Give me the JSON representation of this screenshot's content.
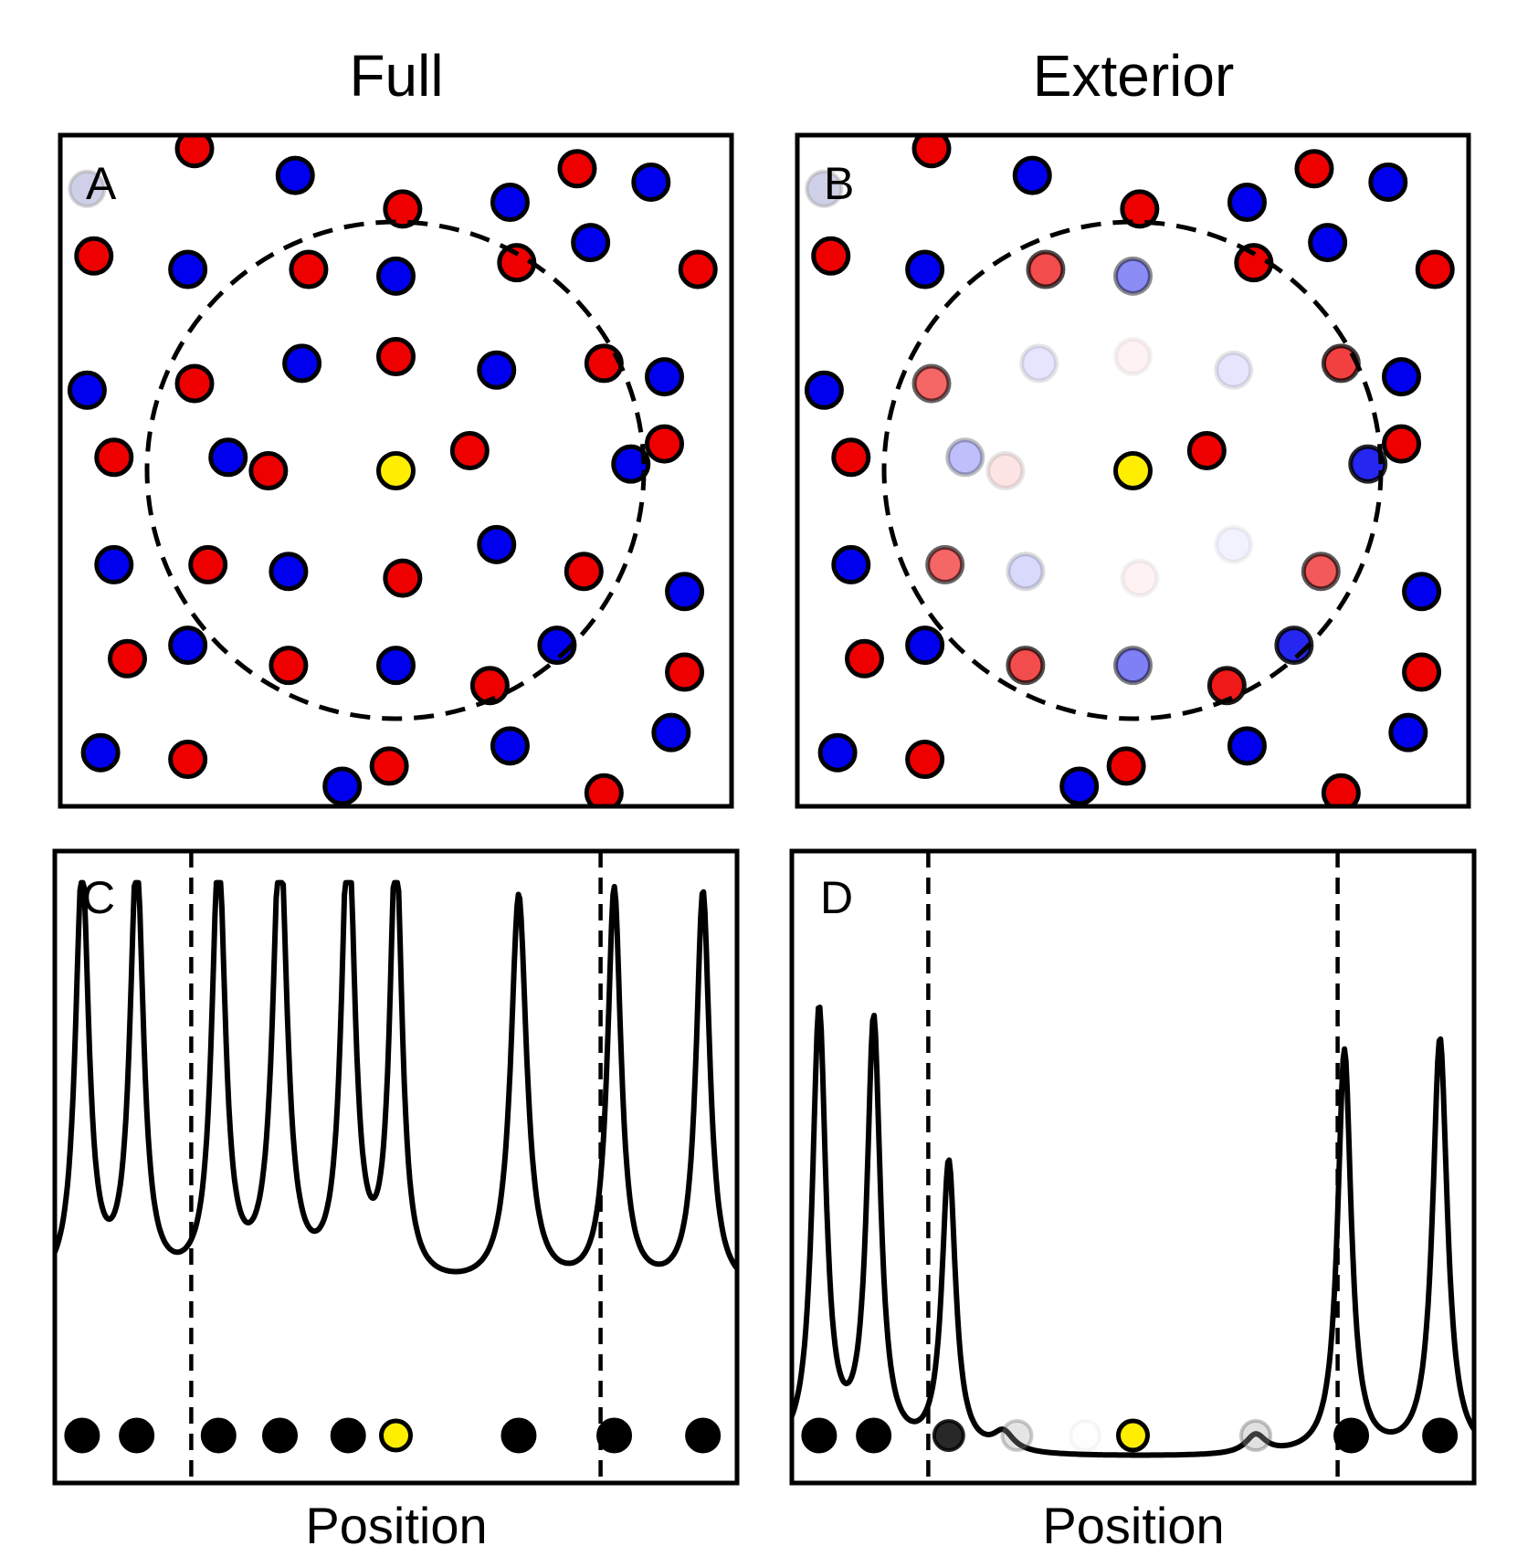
{
  "titles": {
    "left": "Full",
    "right": "Exterior"
  },
  "panel_letters": {
    "a": "A",
    "b": "B",
    "c": "C",
    "d": "D"
  },
  "x_labels": {
    "left": "Position",
    "right": "Position"
  },
  "colors": {
    "red": "#ee0000",
    "blue": "#0000ee",
    "center": "#ffee00",
    "line": "#000000"
  },
  "lattice": {
    "ghost": [
      0.04,
      0.08
    ],
    "center": [
      0.5,
      0.5
    ],
    "red": [
      [
        0.2,
        0.02
      ],
      [
        0.77,
        0.05
      ],
      [
        0.51,
        0.11
      ],
      [
        0.05,
        0.18
      ],
      [
        0.37,
        0.2
      ],
      [
        0.68,
        0.19
      ],
      [
        0.95,
        0.2
      ],
      [
        0.2,
        0.37
      ],
      [
        0.5,
        0.33
      ],
      [
        0.81,
        0.34
      ],
      [
        0.08,
        0.48
      ],
      [
        0.31,
        0.5
      ],
      [
        0.61,
        0.47
      ],
      [
        0.9,
        0.46
      ],
      [
        0.22,
        0.64
      ],
      [
        0.51,
        0.66
      ],
      [
        0.78,
        0.65
      ],
      [
        0.1,
        0.78
      ],
      [
        0.34,
        0.79
      ],
      [
        0.64,
        0.82
      ],
      [
        0.93,
        0.8
      ],
      [
        0.19,
        0.93
      ],
      [
        0.49,
        0.94
      ],
      [
        0.81,
        0.98
      ]
    ],
    "blue": [
      [
        0.35,
        0.06
      ],
      [
        0.67,
        0.1
      ],
      [
        0.88,
        0.07
      ],
      [
        0.19,
        0.2
      ],
      [
        0.5,
        0.21
      ],
      [
        0.79,
        0.16
      ],
      [
        0.04,
        0.38
      ],
      [
        0.36,
        0.34
      ],
      [
        0.65,
        0.35
      ],
      [
        0.9,
        0.36
      ],
      [
        0.25,
        0.48
      ],
      [
        0.85,
        0.49
      ],
      [
        0.08,
        0.64
      ],
      [
        0.34,
        0.65
      ],
      [
        0.65,
        0.61
      ],
      [
        0.93,
        0.68
      ],
      [
        0.19,
        0.76
      ],
      [
        0.74,
        0.76
      ],
      [
        0.5,
        0.79
      ],
      [
        0.06,
        0.92
      ],
      [
        0.67,
        0.91
      ],
      [
        0.91,
        0.89
      ],
      [
        0.42,
        0.97
      ]
    ],
    "exterior_opacity": {
      "red": [
        1,
        1,
        1,
        1,
        0.7,
        1,
        1,
        0.6,
        0.05,
        0.75,
        1,
        0.1,
        1,
        1,
        0.6,
        0.05,
        0.65,
        1,
        0.7,
        0.9,
        1,
        1,
        1,
        1
      ],
      "blue": [
        1,
        1,
        1,
        1,
        0.45,
        1,
        1,
        0.1,
        0.1,
        1,
        0.25,
        0.85,
        1,
        0.15,
        0.05,
        1,
        1,
        0.85,
        0.5,
        1,
        1,
        1,
        1
      ]
    }
  },
  "chart_data": [
    {
      "panel": "C",
      "type": "line",
      "title": "",
      "xlabel": "Position",
      "ylabel": "",
      "boundaries": [
        0.2,
        0.8
      ],
      "atoms_x": [
        0.04,
        0.12,
        0.24,
        0.33,
        0.43,
        0.5,
        0.68,
        0.82,
        0.95
      ],
      "center_atom_index": 5,
      "peaks_x": [
        0.04,
        0.12,
        0.24,
        0.33,
        0.43,
        0.5,
        0.68,
        0.82,
        0.95
      ],
      "peaks_h": [
        0.66,
        0.67,
        0.68,
        0.7,
        0.72,
        0.69,
        0.62,
        0.63,
        0.63
      ],
      "peaks_w": [
        0.012,
        0.012,
        0.012,
        0.013,
        0.012,
        0.011,
        0.014,
        0.012,
        0.012
      ],
      "baseline": 0.3
    },
    {
      "panel": "D",
      "type": "line",
      "title": "",
      "xlabel": "Position",
      "ylabel": "",
      "boundaries": [
        0.2,
        0.8
      ],
      "atoms_x": [
        0.04,
        0.12,
        0.23,
        0.33,
        0.43,
        0.5,
        0.68,
        0.82,
        0.95
      ],
      "atoms_opacity": [
        1,
        1,
        0.85,
        0.3,
        0.03,
        1,
        0.35,
        1,
        1
      ],
      "center_atom_index": 5,
      "peaks_x": [
        0.04,
        0.12,
        0.23,
        0.31,
        0.68,
        0.81,
        0.95
      ],
      "peaks_h": [
        0.7,
        0.68,
        0.46,
        0.03,
        0.03,
        0.64,
        0.66
      ],
      "peaks_w": [
        0.012,
        0.012,
        0.012,
        0.018,
        0.018,
        0.012,
        0.013
      ],
      "baseline": 0.04
    }
  ]
}
